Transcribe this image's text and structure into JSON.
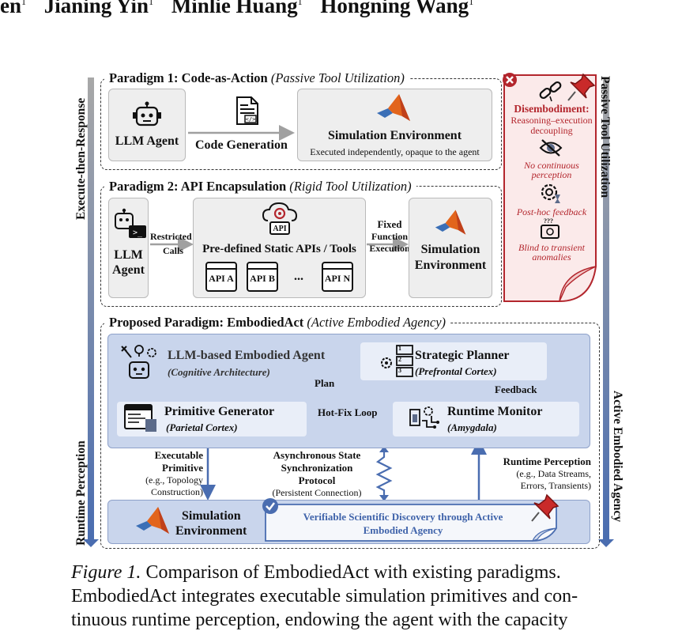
{
  "authors": [
    {
      "name": "en",
      "sup": "1"
    },
    {
      "name": "Jianing Yin",
      "sup": "1"
    },
    {
      "name": "Minlie Huang",
      "sup": "1"
    },
    {
      "name": "Hongning Wang",
      "sup": "1"
    }
  ],
  "side_labels": {
    "left_top": "Execute-then-Response",
    "left_bottom": "Runtime Perception",
    "right_top": "Passive Tool Utilization",
    "right_bottom": "Active Embodied Agency"
  },
  "paradigm1": {
    "title": "Paradigm 1: Code-as-Action",
    "subtitle": "(Passive Tool Utilization)",
    "agent": "LLM Agent",
    "code_gen": "Code Generation",
    "sim_title": "Simulation Environment",
    "sim_sub": "Executed independently, opaque to the agent"
  },
  "paradigm2": {
    "title": "Paradigm 2: API Encapsulation",
    "subtitle": "(Rigid Tool Utilization)",
    "agent_line1": "LLM",
    "agent_line2": "Agent",
    "restricted_line1": "Restricted",
    "restricted_line2": "Calls",
    "apis_title": "Pre-defined Static APIs / Tools",
    "api_badge": "API",
    "api_a": "API A",
    "api_b": "API B",
    "api_dots": "...",
    "api_n": "API N",
    "fixed_line1": "Fixed",
    "fixed_line2": "Function",
    "fixed_line3": "Execution",
    "sim_line1": "Simulation",
    "sim_line2": "Environment"
  },
  "disembodiment": {
    "title": "Disembodiment:",
    "sub_line1": "Reasoning–execution",
    "sub_line2": "decoupling",
    "item1_line1": "No continuous",
    "item1_line2": "perception",
    "item2": "Post-hoc feedback",
    "item3_line1": "Blind to transient",
    "item3_line2": "anomalies",
    "icon_qmarks": "???"
  },
  "proposed": {
    "title": "Proposed Paradigm: EmbodiedAct",
    "subtitle": "(Active Embodied Agency)",
    "agent_title": "LLM-based Embodied Agent",
    "agent_sub": "(Cognitive Architecture)",
    "planner_title": "Strategic Planner",
    "planner_sub": "(Prefrontal Cortex)",
    "plan": "Plan",
    "feedback": "Feedback",
    "generator_title": "Primitive Generator",
    "generator_sub": "(Parietal Cortex)",
    "hotfix": "Hot-Fix Loop",
    "monitor_title": "Runtime Monitor",
    "monitor_sub": "(Amygdala)",
    "exec_line1": "Executable",
    "exec_line2": "Primitive",
    "exec_line3": "(e.g., Topology",
    "exec_line4": "Construction)",
    "async_line1": "Asynchronous State",
    "async_line2": "Synchronization",
    "async_line3": "Protocol",
    "async_line4": "(Persistent Connection)",
    "rp_line1": "Runtime Perception",
    "rp_line2": "(e.g., Data Streams,",
    "rp_line3": "Errors, Transients)",
    "sim_line1": "Simulation",
    "sim_line2": "Environment",
    "verifiable_line1": "Verifiable Scientific Discovery through Active",
    "verifiable_line2": "Embodied Agency",
    "planner_nums": [
      "1",
      "2",
      "3"
    ]
  },
  "caption": {
    "label": "Figure 1.",
    "line1": "Comparison of EmbodiedAct with existing paradigms.",
    "line2": "EmbodiedAct integrates executable simulation primitives and con-",
    "line3": "tinuous runtime perception, endowing the agent with the capacity"
  },
  "colors": {
    "accent_blue": "#4a6db0",
    "panel_blue": "#c9d5ec",
    "red": "#b3262d",
    "note_red": "#fbeaea",
    "matlab_orange": "#e2651c"
  }
}
